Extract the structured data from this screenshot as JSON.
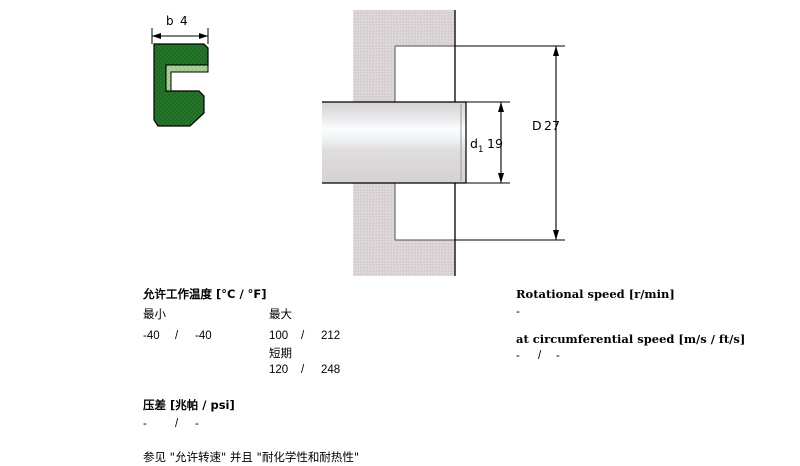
{
  "drawing": {
    "seal_section": {
      "title": "seal cross-section",
      "width_dim_label": "b",
      "width_dim_value": "4",
      "body_color": "#1d6b22",
      "lip_color": "#a9d49a",
      "outline_color": "#000000"
    },
    "assembly": {
      "title": "shaft and housing assembly",
      "outer_dim_label": "D",
      "outer_dim_value": "27",
      "inner_dim_label": "d",
      "inner_dim_sub": "1",
      "inner_dim_value": "19",
      "housing_color": "#d6d0d2",
      "shaft_color": "#d9d6d6",
      "shaft_highlight_color": "#fbfeff",
      "line_color": "#000000"
    }
  },
  "specs": {
    "temperature": {
      "heading": "允许工作温度 [°C / °F]",
      "min_label": "最小",
      "max_label": "最大",
      "min_c": "-40",
      "min_f": "-40",
      "max_c": "100",
      "max_f": "212",
      "short_term_label": "短期",
      "short_c": "120",
      "short_f": "248",
      "separator": "/"
    },
    "pressure": {
      "heading": "压差 [兆帕 / psi]",
      "value_a": "-",
      "value_b": "-",
      "separator": "/"
    },
    "note": "参见 \"允许转速\" 并且 \"耐化学性和耐热性\"",
    "rotational": {
      "heading": "Rotational speed [r/min]",
      "value": "-"
    },
    "circumferential": {
      "heading": "at circumferential speed [m/s / ft/s]",
      "value_a": "-",
      "value_b": "-",
      "separator": "/"
    }
  }
}
